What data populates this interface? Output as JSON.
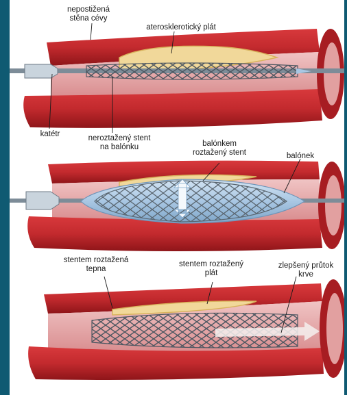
{
  "colors": {
    "page_border": "#0f5a72",
    "artery_wall": "#c32a2e",
    "artery_wall_dark": "#8e1519",
    "artery_lumen": "#e6a4a4",
    "artery_inner": "#d55d5f",
    "plaque": "#f1d89a",
    "plaque_edge": "#d8b35c",
    "stent_mesh": "#58646f",
    "balloon": "#a9c7e3",
    "catheter": "#7d8c98",
    "catheter_tip": "#c9d4dd",
    "flow_arrow": "#f4f0ef"
  },
  "labels": {
    "unaffected_wall": "nepostižená\nstěna cévy",
    "plaque": "aterosklerotický plát",
    "catheter": "katétr",
    "unexpanded_stent": "neroztažený stent\nna balónku",
    "balloon_expanded_stent": "balónkem\nroztažený stent",
    "balloon": "balónek",
    "stent_expanded_artery": "stentem roztažená\ntepna",
    "stent_expanded_plaque": "stentem roztažený\nplát",
    "improved_flow": "zlepšený průtok\nkrve"
  }
}
